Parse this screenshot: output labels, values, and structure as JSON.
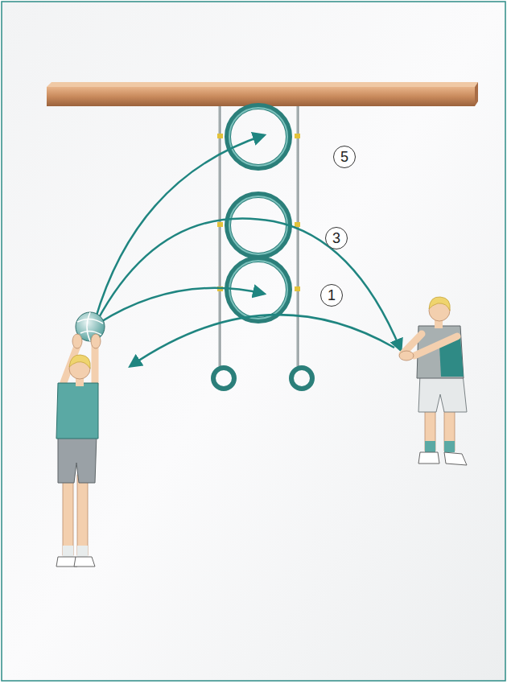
{
  "diagram": {
    "nodes": [
      {
        "text": [
          "5"
        ]
      },
      {
        "text": [
          "3"
        ]
      },
      {
        "text": [
          "1"
        ]
      }
    ]
  }
}
